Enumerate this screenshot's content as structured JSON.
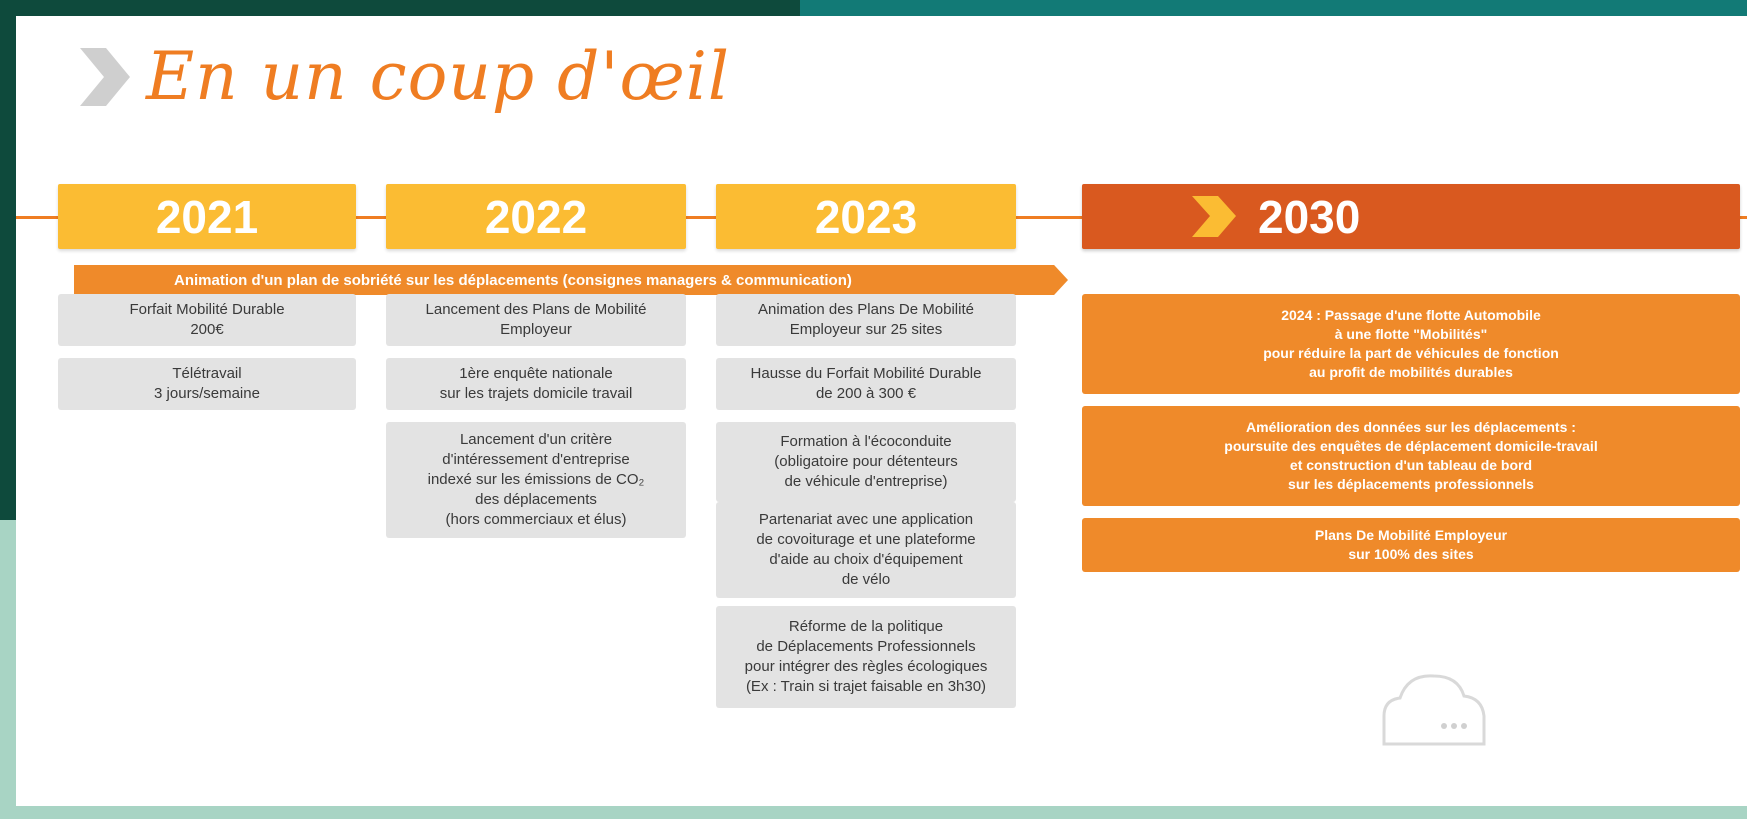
{
  "title": "En un coup d'œil",
  "colors": {
    "orange": "#ef8a2a",
    "yellow": "#fbbc33",
    "dark_orange": "#d9591f",
    "green": "#0e4a3c",
    "teal": "#127a76",
    "grey_card": "#e3e3e3"
  },
  "years": [
    "2021",
    "2022",
    "2023",
    "2030"
  ],
  "banner": "Animation d'un plan de sobriété sur les déplacements (consignes managers & communication)",
  "columns": [
    {
      "cards": [
        "Forfait Mobilité Durable\n200€",
        "Télétravail\n3 jours/semaine"
      ]
    },
    {
      "cards": [
        "Lancement des Plans de Mobilité\nEmployeur",
        "1ère enquête nationale\nsur les trajets domicile travail",
        "Lancement d'un critère\nd'intéressement d'entreprise\nindexé sur les émissions de CO₂\ndes déplacements\n(hors commerciaux et élus)"
      ]
    },
    {
      "cards": [
        "Animation des Plans De Mobilité\nEmployeur sur 25 sites",
        "Hausse du Forfait Mobilité Durable\nde 200 à 300 €",
        "Formation à l'écoconduite\n(obligatoire pour détenteurs\nde véhicule d'entreprise)",
        "Partenariat avec une application\nde covoiturage et une plateforme\nd'aide au choix d'équipement\nde vélo",
        "Réforme de la politique\nde Déplacements Professionnels\npour intégrer des règles écologiques\n(Ex : Train si trajet faisable en 3h30)"
      ]
    },
    {
      "cards": [
        "2024 : Passage d'une flotte Automobile\nà une flotte \"Mobilités\"\npour réduire la part de véhicules de fonction\nau profit de mobilités durables",
        "Amélioration des données sur les déplacements :\npoursuite des enquêtes de déplacement domicile-travail\net construction d'un tableau de bord\nsur les déplacements professionnels",
        "Plans De Mobilité Employeur\nsur 100% des sites"
      ]
    }
  ],
  "icons": {
    "title_icon": "chevron-right-icon",
    "year_2030_icon": "arrow-right-icon",
    "corner_icon": "chat-cloud-icon"
  }
}
